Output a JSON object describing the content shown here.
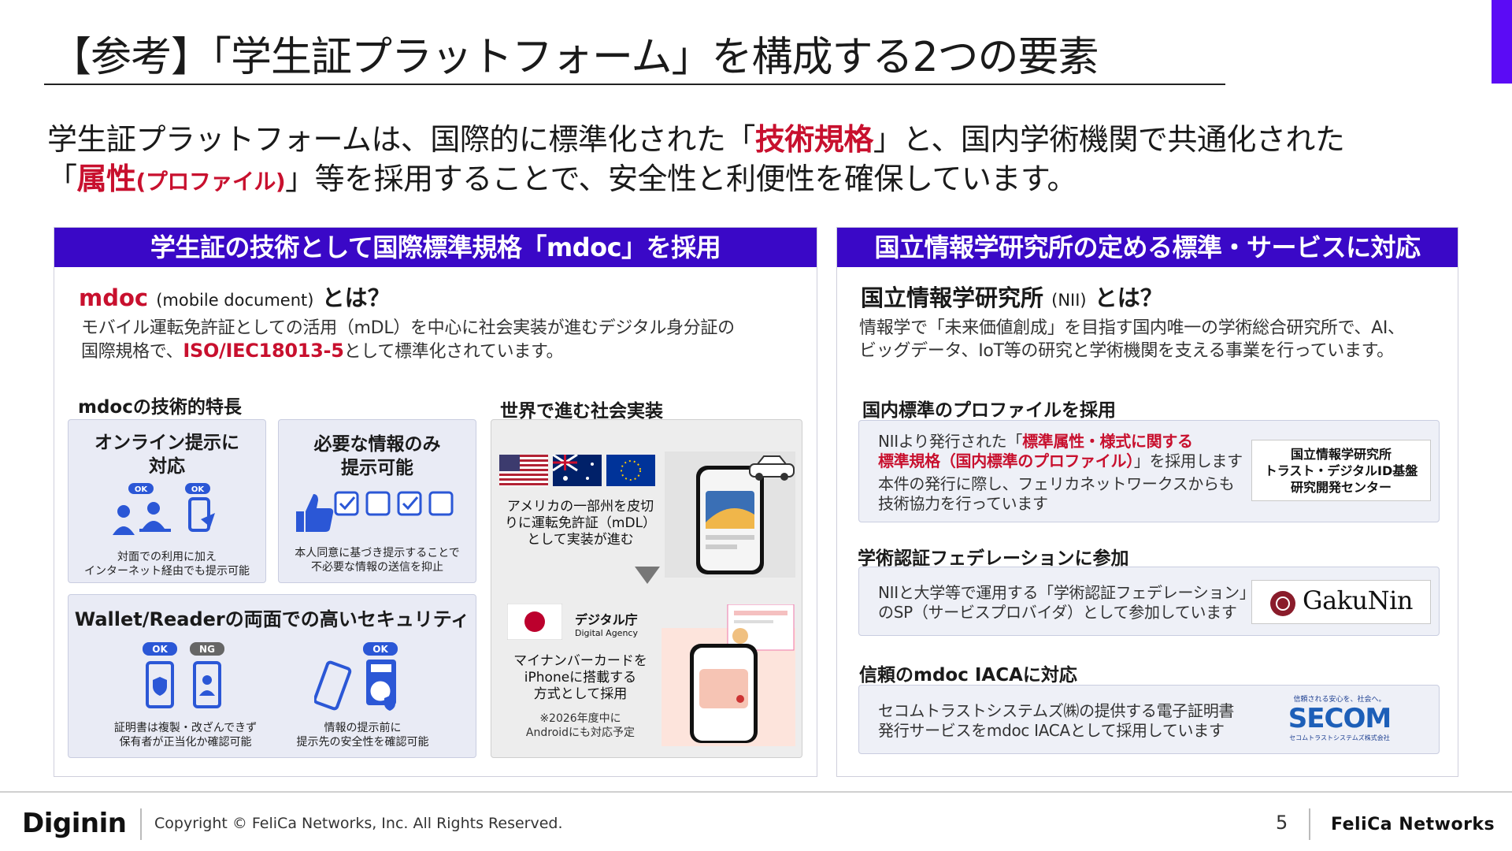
{
  "title": "【参考】「学生証プラットフォーム」を構成する2つの要素",
  "lead": {
    "line1_a": "学生証プラットフォームは、国際的に標準化された「",
    "line1_red": "技術規格",
    "line1_b": "」と、国内学術機関で共通化された",
    "line2_a": "「",
    "line2_red": "属性",
    "line2_red_small": "(プロファイル)",
    "line2_b": "」等を採用することで、安全性と利便性を確保しています。"
  },
  "left_panel": {
    "header": "学生証の技術として国際標準規格「mdoc」を採用",
    "what_red": "mdoc",
    "what_sub": "(mobile document)",
    "what_tail": "とは？",
    "desc_line1": "モバイル運転免許証としての活用（mDL）を中心に社会実装が進むデジタル身分証の",
    "desc_line2_a": "国際規格で、",
    "desc_line2_red": "ISO/IEC18013-5",
    "desc_line2_b": "として標準化されています。",
    "features_label": "mdocの技術的特長",
    "card1": {
      "title_l1": "オンライン提示に",
      "title_l2": "対応",
      "badge1": "OK",
      "badge2": "OK",
      "cap_l1": "対面での利用に加え",
      "cap_l2": "インターネット経由でも提示可能"
    },
    "card2": {
      "title_l1": "必要な情報のみ",
      "title_l2": "提示可能",
      "cap_l1": "本人同意に基づき提示することで",
      "cap_l2": "不必要な情報の送信を抑止"
    },
    "card3": {
      "title": "Wallet/Readerの両面での高いセキュリティ",
      "badge_ok": "OK",
      "badge_ng": "NG",
      "badge_ok2": "OK",
      "capA_l1": "証明書は複製・改ざんできず",
      "capA_l2": "保有者が正当化か確認可能",
      "capB_l1": "情報の提示前に",
      "capB_l2": "提示先の安全性を確認可能"
    },
    "world_label": "世界で進む社会実装",
    "world": {
      "us_l1": "アメリカの一部州を皮切",
      "us_l2": "りに運転免許証（mDL）",
      "us_l3": "として実装が進む",
      "jp_agency": "デジタル庁",
      "jp_agency_en": "Digital Agency",
      "jp_l1": "マイナンバーカードを",
      "jp_l2": "iPhoneに搭載する",
      "jp_l3": "方式として採用",
      "jp_note_l1": "※2026年度中に",
      "jp_note_l2": "Androidにも対応予定"
    }
  },
  "right_panel": {
    "header": "国立情報学研究所の定める標準・サービスに対応",
    "what_main": "国立情報学研究所",
    "what_sub": "(NII)",
    "what_tail": "とは？",
    "desc_line1": "情報学で「未来価値創成」を目指す国内唯一の学術総合研究所で、AI、",
    "desc_line2": "ビッグデータ、IoT等の研究と学術機関を支える事業を行っています。",
    "sec1_label": "国内標準のプロファイルを採用",
    "sec1": {
      "l1_a": "NIIより発行された「",
      "l1_red": "標準属性・様式に関する",
      "l2_red": "標準規格（国内標準のプロファイル）",
      "l2_b": "」を採用します",
      "l3": "本件の発行に際し、フェリカネットワークスからも",
      "l4": "技術協力を行っています",
      "logo_l1": "国立情報学研究所",
      "logo_l2": "トラスト・デジタルID基盤",
      "logo_l3": "研究開発センター"
    },
    "sec2_label": "学術認証フェデレーションに参加",
    "sec2": {
      "l1": "NIIと大学等で運用する「学術認証フェデレーション」",
      "l2": "のSP（サービスプロバイダ）として参加しています",
      "logo": "GakuNin"
    },
    "sec3_label": "信頼のmdoc IACAに対応",
    "sec3": {
      "l1": "セコムトラストシステムズ㈱の提供する電子証明書",
      "l2": "発行サービスをmdoc IACAとして採用しています",
      "logo_top": "信頼される安心を、社会へ。",
      "logo": "SECOM",
      "logo_bottom": "セコムトラストシステムズ株式会社"
    }
  },
  "footer": {
    "brand": "Diginin",
    "copyright": "Copyright © FeliCa Networks, Inc. All Rights Reserved.",
    "page": "5",
    "felica": "FeliCa Networks"
  },
  "colors": {
    "accent": "#3a08c7",
    "accent_bar": "#5b0bf5",
    "highlight_red": "#c8102e",
    "icon_blue": "#2b57d6"
  }
}
